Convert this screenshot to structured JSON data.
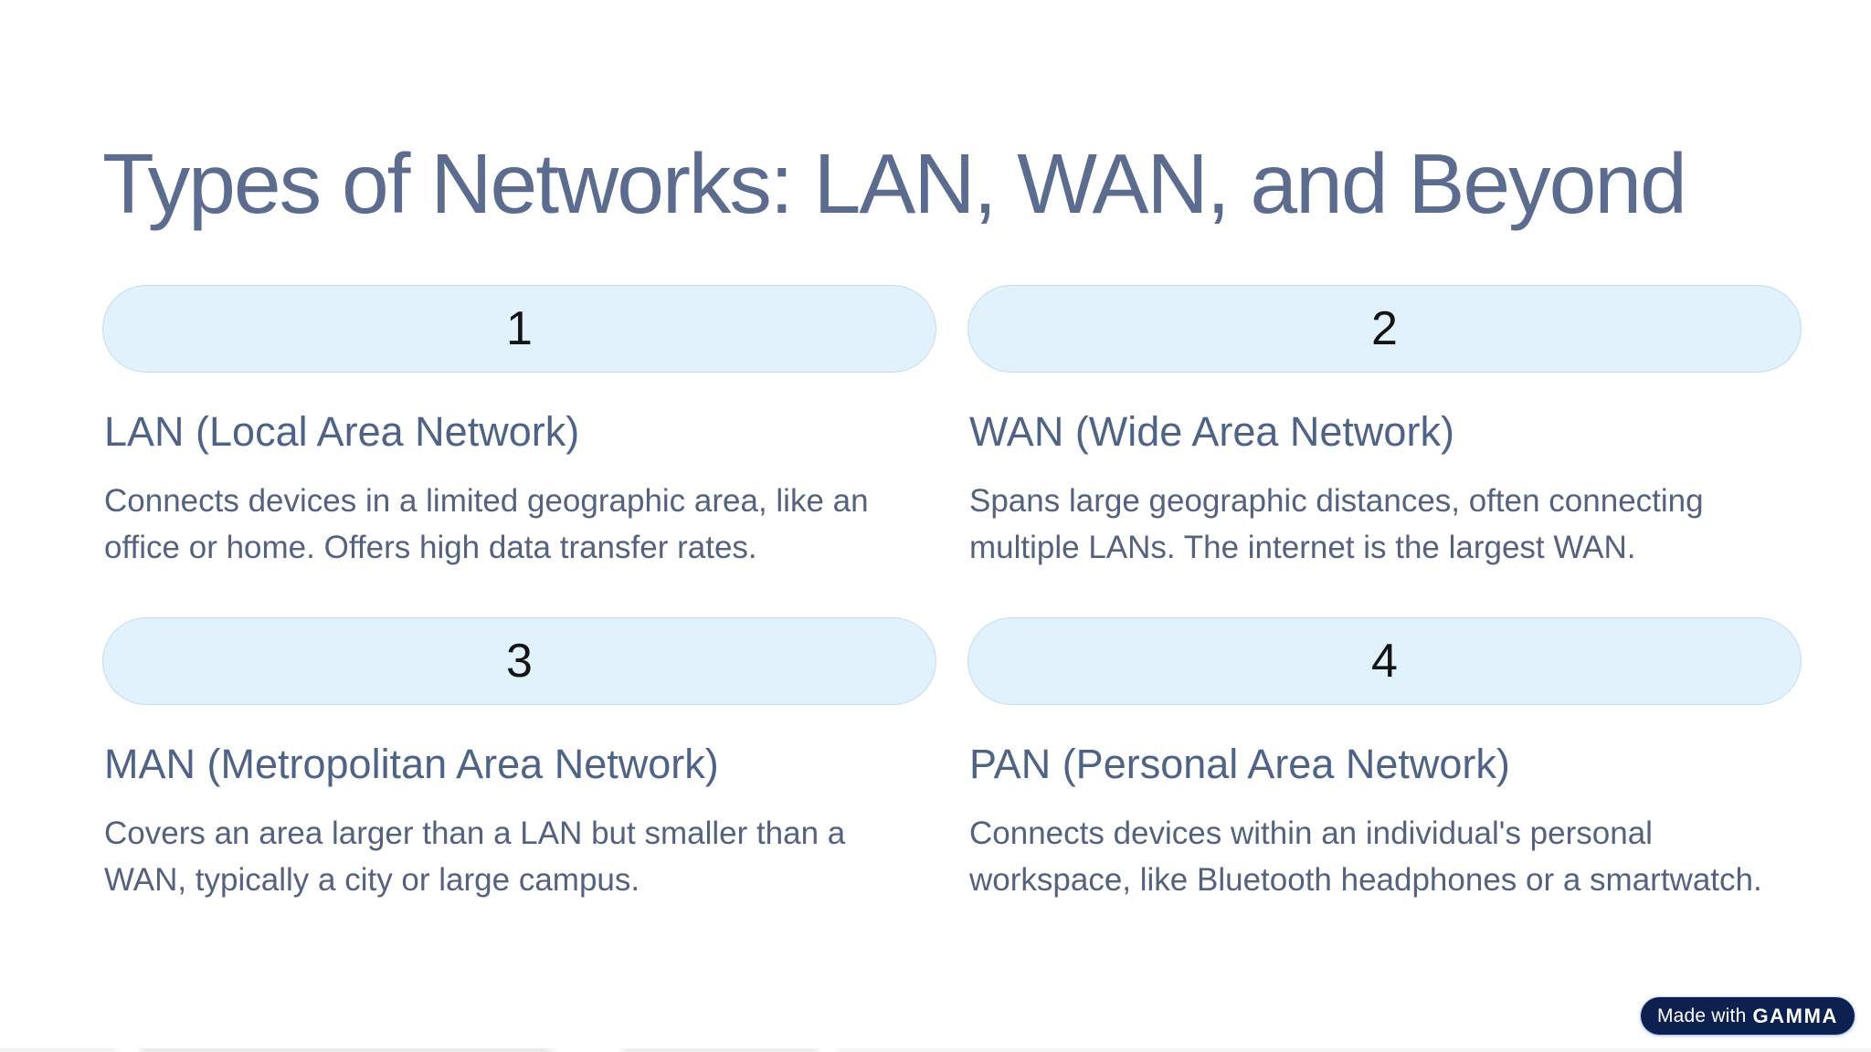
{
  "page": {
    "title": "Types of Networks: LAN, WAN, and Beyond"
  },
  "cards": [
    {
      "number": "1",
      "heading": "LAN (Local Area Network)",
      "body": "Connects devices in a limited geographic area, like an office or home. Offers high data transfer rates."
    },
    {
      "number": "2",
      "heading": "WAN (Wide Area Network)",
      "body": "Spans large geographic distances, often connecting multiple LANs. The internet is the largest WAN."
    },
    {
      "number": "3",
      "heading": "MAN (Metropolitan Area Network)",
      "body": "Covers an area larger than a LAN but smaller than a WAN, typically a city or large campus."
    },
    {
      "number": "4",
      "heading": "PAN (Personal Area Network)",
      "body": "Connects devices within an individual's personal workspace, like Bluetooth headphones or a smartwatch."
    }
  ],
  "badge": {
    "prefix": "Made with",
    "brand": "GAMMA"
  },
  "colors": {
    "background": "#ffffff",
    "title_text": "#5b6c8f",
    "heading_text": "#4e6385",
    "body_text": "#55627e",
    "pill_fill": "#e1f2fc",
    "pill_border": "#c3ddeb",
    "pill_number": "#141414",
    "badge_background": "#0c2150",
    "badge_text": "#ffffff"
  }
}
